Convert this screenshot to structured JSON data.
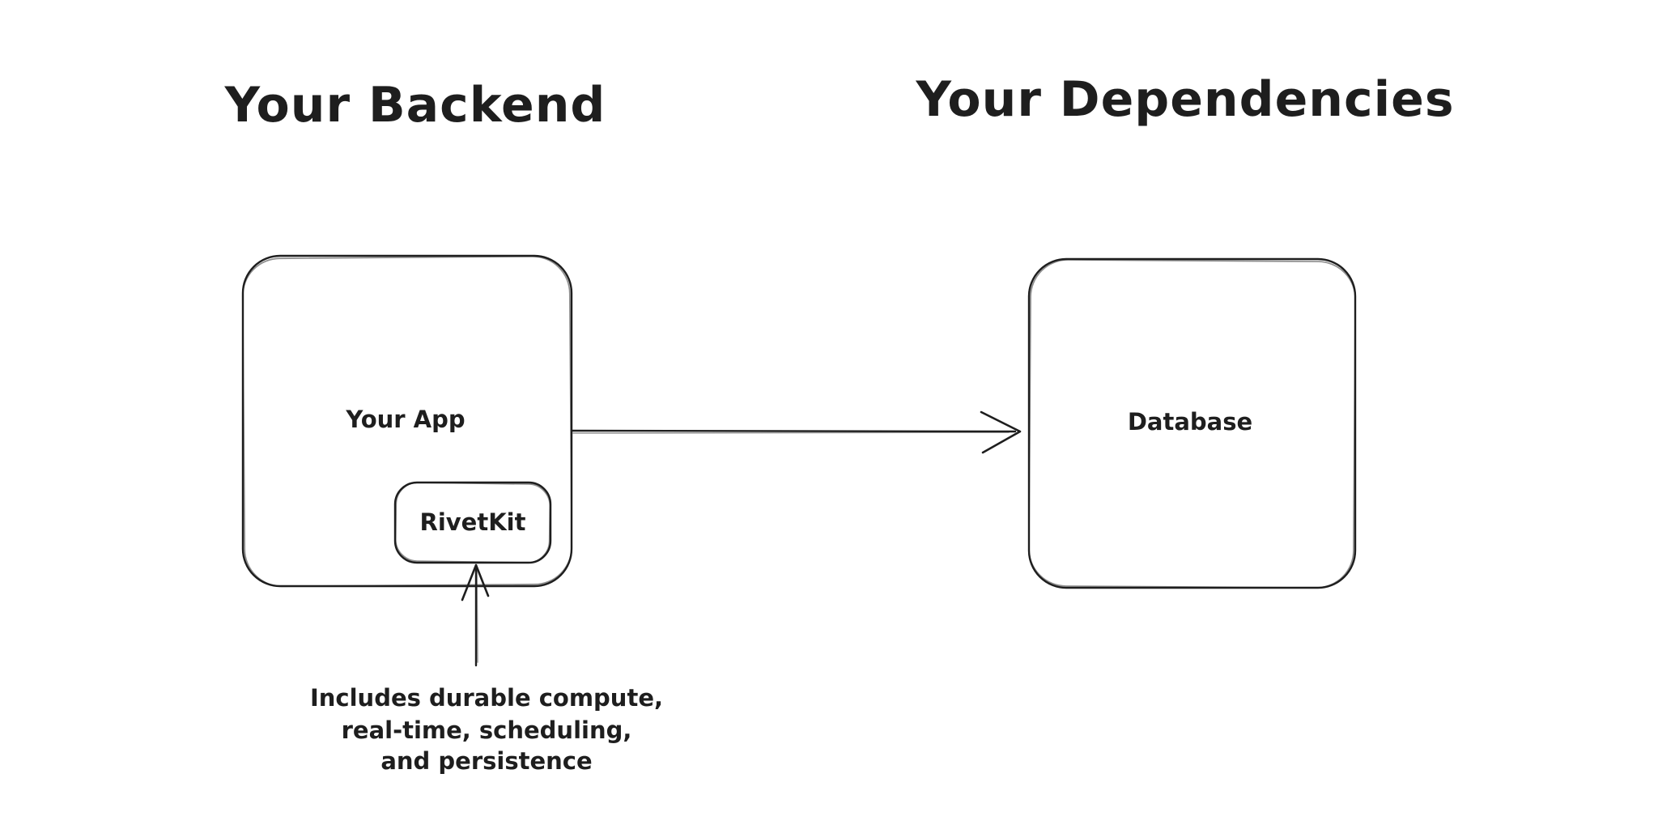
{
  "diagram": {
    "background_color": "#ffffff",
    "stroke_color": "#1e1e1e",
    "text_color": "#1e1e1e",
    "headings": {
      "backend": "Your Backend",
      "dependencies": "Your Dependencies"
    },
    "nodes": {
      "app": {
        "label": "Your App"
      },
      "rivetkit": {
        "label": "RivetKit"
      },
      "database": {
        "label": "Database"
      }
    },
    "annotation": {
      "lines": [
        "Includes durable compute,",
        "real-time, scheduling,",
        "and persistence"
      ]
    },
    "connections": [
      {
        "from": "Your App",
        "to": "Database",
        "style": "arrow"
      },
      {
        "from": "annotation",
        "to": "RivetKit",
        "style": "arrow"
      }
    ]
  }
}
